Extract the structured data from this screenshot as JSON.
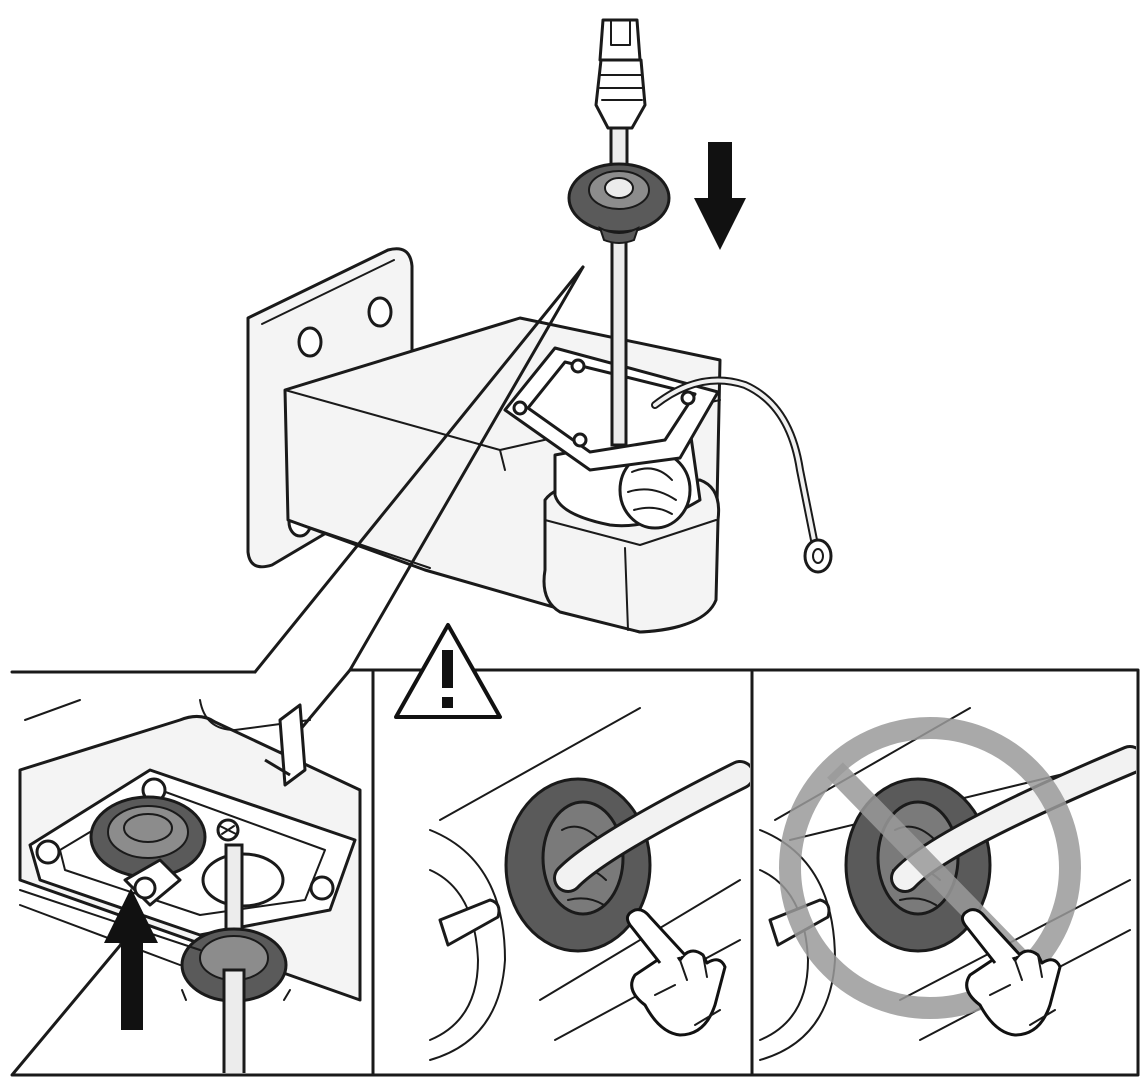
{
  "figure": {
    "panels": [
      {
        "id": "panel-insert-grommet",
        "description_icon": "arrow-up-icon"
      },
      {
        "id": "panel-correct",
        "description_icon": "pointing-hand-icon"
      },
      {
        "id": "panel-incorrect",
        "description_icon": "prohibited-icon"
      }
    ],
    "warning_symbol": "!",
    "colors": {
      "ink": "#1a1a1a",
      "grommet": "#5a5a5a",
      "grommet_inner": "#8c8c8c",
      "prohibit": "#9a9a9a",
      "body": "#f4f4f4"
    }
  }
}
